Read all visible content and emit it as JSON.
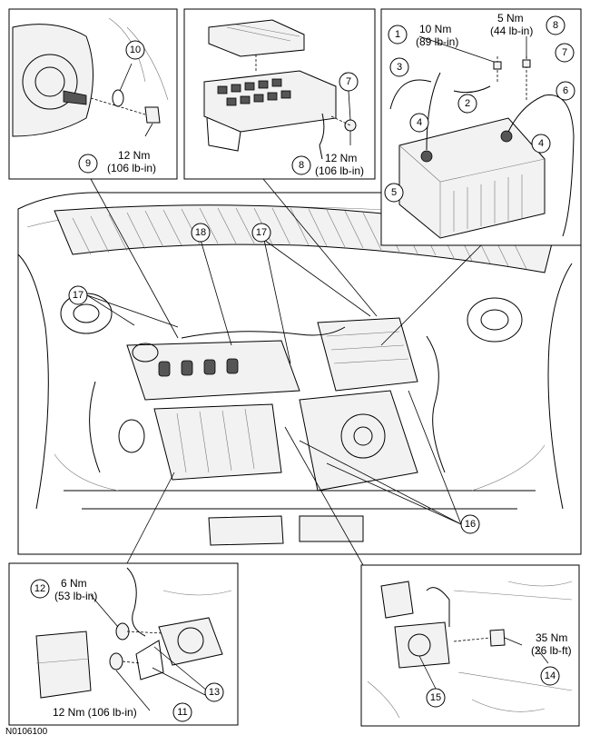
{
  "figure_id": "N0106100",
  "torque": {
    "t1": "10 Nm",
    "t1b": "(89 lb-in)",
    "t8a": "5 Nm",
    "t8ab": "(44 lb-in)",
    "t9": "12 Nm",
    "t9b": "(106 lb-in)",
    "t8b": "12 Nm",
    "t8bb": "(106 lb-in)",
    "t12": "6 Nm",
    "t12b": "(53 lb-in)",
    "t11": "12 Nm (106 lb-in)",
    "t14": "35 Nm",
    "t14b": "(26 lb-ft)"
  },
  "callouts": {
    "c1": "1",
    "c2": "2",
    "c3": "3",
    "c4a": "4",
    "c4b": "4",
    "c5": "5",
    "c6": "6",
    "c7a": "7",
    "c8a": "8",
    "c7b": "7",
    "c8b": "8",
    "c9": "9",
    "c10": "10",
    "c11": "11",
    "c12": "12",
    "c13": "13",
    "c14": "14",
    "c15": "15",
    "c16": "16",
    "c17a": "17",
    "c17b": "17",
    "c18": "18"
  }
}
